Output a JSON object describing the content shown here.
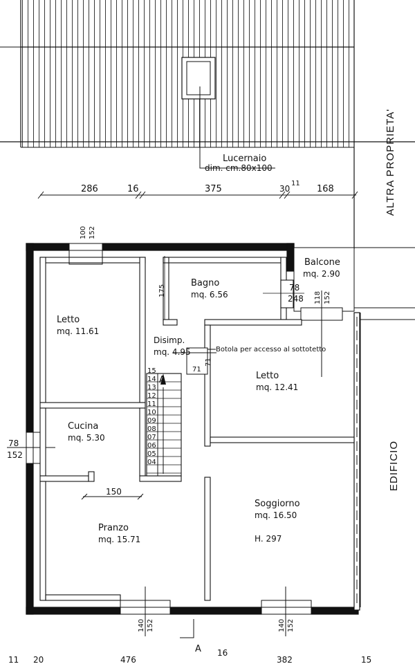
{
  "roof": {
    "skylight_label": "Lucernaio",
    "skylight_dim": "dim. cm.80x100"
  },
  "neighbors": {
    "top_right": "ALTRA PROPRIETA'",
    "right": "EDIFICIO"
  },
  "dimensions_top": [
    "286",
    "16",
    "375",
    "30",
    "11",
    "168"
  ],
  "dimensions_bottom": [
    "11",
    "20",
    "476",
    "16",
    "382",
    "15"
  ],
  "openings": {
    "top_window_a": "100",
    "top_window_b": "152",
    "left_window_a": "78",
    "left_window_b": "152",
    "balcony_door_a": "118",
    "balcony_door_b": "152",
    "bath_door_a": "78",
    "bath_door_b": "248",
    "bottom_left_a": "140",
    "bottom_left_b": "152",
    "bottom_right_a": "140",
    "bottom_right_b": "152",
    "bath_wall": "175",
    "kitchen_width": "150",
    "hatch": "71",
    "hatch_b": "71"
  },
  "rooms": {
    "letto1": {
      "name": "Letto",
      "area": "mq. 11.61"
    },
    "bagno": {
      "name": "Bagno",
      "area": "mq. 6.56"
    },
    "balcone": {
      "name": "Balcone",
      "area": "mq. 2.90"
    },
    "disimp": {
      "name": "Disimp.",
      "area": "mq. 4.95"
    },
    "letto2": {
      "name": "Letto",
      "area": "mq. 12.41"
    },
    "cucina": {
      "name": "Cucina",
      "area": "mq. 5.30"
    },
    "pranzo": {
      "name": "Pranzo",
      "area": "mq. 15.71"
    },
    "soggiorno": {
      "name": "Soggiorno",
      "area": "mq. 16.50",
      "height": "H. 297"
    }
  },
  "hatch_note": "Botola per accesso al sottotetto",
  "stairs": [
    "15",
    "14",
    "13",
    "12",
    "11",
    "10",
    "09",
    "08",
    "07",
    "06",
    "05",
    "04"
  ],
  "stair_arrow": "A",
  "section_mark": "A"
}
